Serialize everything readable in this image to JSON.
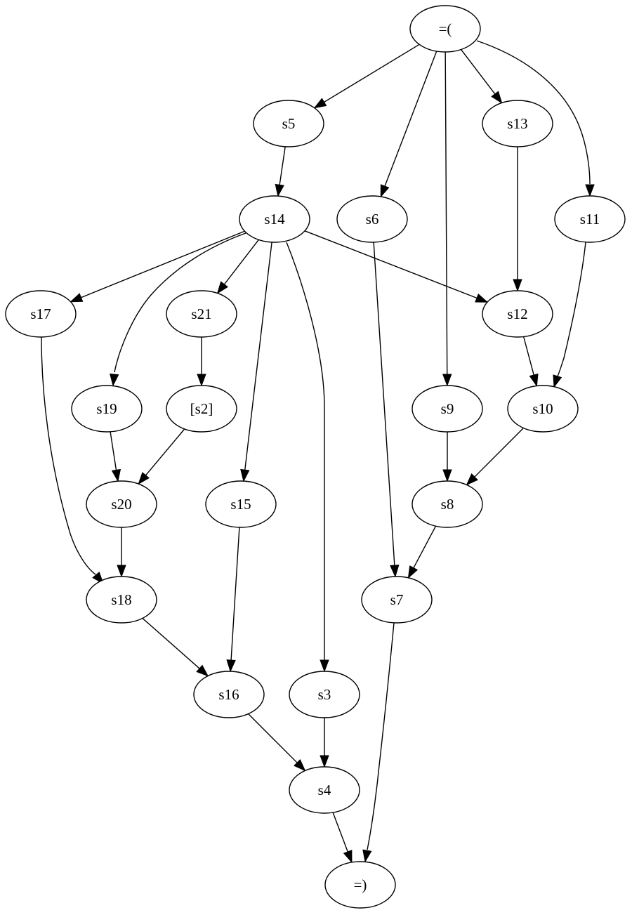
{
  "graph": {
    "nodes": [
      {
        "id": "start",
        "label": "=("
      },
      {
        "id": "s5",
        "label": "s5"
      },
      {
        "id": "s13",
        "label": "s13"
      },
      {
        "id": "s14",
        "label": "s14"
      },
      {
        "id": "s6",
        "label": "s6"
      },
      {
        "id": "s11",
        "label": "s11"
      },
      {
        "id": "s17",
        "label": "s17"
      },
      {
        "id": "s21",
        "label": "s21"
      },
      {
        "id": "s12",
        "label": "s12"
      },
      {
        "id": "s19",
        "label": "s19"
      },
      {
        "id": "s2",
        "label": "[s2]"
      },
      {
        "id": "s9",
        "label": "s9"
      },
      {
        "id": "s10",
        "label": "s10"
      },
      {
        "id": "s20",
        "label": "s20"
      },
      {
        "id": "s15",
        "label": "s15"
      },
      {
        "id": "s8",
        "label": "s8"
      },
      {
        "id": "s18",
        "label": "s18"
      },
      {
        "id": "s7",
        "label": "s7"
      },
      {
        "id": "s16",
        "label": "s16"
      },
      {
        "id": "s3",
        "label": "s3"
      },
      {
        "id": "s4",
        "label": "s4"
      },
      {
        "id": "end",
        "label": "=)"
      }
    ],
    "edges": [
      {
        "from": "start",
        "to": "s5"
      },
      {
        "from": "start",
        "to": "s6"
      },
      {
        "from": "start",
        "to": "s9"
      },
      {
        "from": "start",
        "to": "s13"
      },
      {
        "from": "start",
        "to": "s11"
      },
      {
        "from": "s5",
        "to": "s14"
      },
      {
        "from": "s13",
        "to": "s12"
      },
      {
        "from": "s14",
        "to": "s17"
      },
      {
        "from": "s14",
        "to": "s19"
      },
      {
        "from": "s14",
        "to": "s21"
      },
      {
        "from": "s14",
        "to": "s15"
      },
      {
        "from": "s14",
        "to": "s3"
      },
      {
        "from": "s14",
        "to": "s12"
      },
      {
        "from": "s6",
        "to": "s7"
      },
      {
        "from": "s11",
        "to": "s10"
      },
      {
        "from": "s12",
        "to": "s10"
      },
      {
        "from": "s17",
        "to": "s18"
      },
      {
        "from": "s21",
        "to": "s2"
      },
      {
        "from": "s19",
        "to": "s20"
      },
      {
        "from": "s2",
        "to": "s20"
      },
      {
        "from": "s9",
        "to": "s8"
      },
      {
        "from": "s10",
        "to": "s8"
      },
      {
        "from": "s20",
        "to": "s18"
      },
      {
        "from": "s15",
        "to": "s16"
      },
      {
        "from": "s8",
        "to": "s7"
      },
      {
        "from": "s18",
        "to": "s16"
      },
      {
        "from": "s16",
        "to": "s4"
      },
      {
        "from": "s3",
        "to": "s4"
      },
      {
        "from": "s4",
        "to": "end"
      },
      {
        "from": "s7",
        "to": "end"
      }
    ]
  }
}
